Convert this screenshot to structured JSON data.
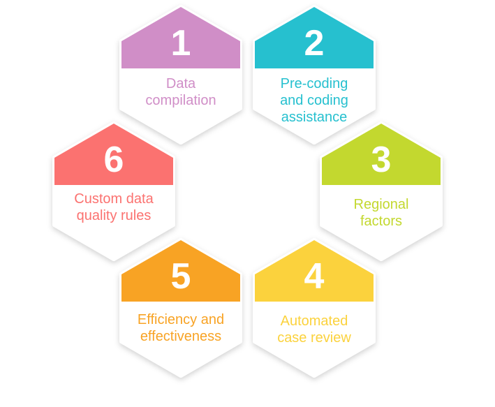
{
  "steps": [
    {
      "num": "1",
      "lines": [
        "Data",
        "compilation"
      ],
      "color": "#d08ec7"
    },
    {
      "num": "2",
      "lines": [
        "Pre-coding",
        "and coding",
        "assistance"
      ],
      "color": "#26c0cf"
    },
    {
      "num": "3",
      "lines": [
        "Regional",
        "factors"
      ],
      "color": "#c3d82f"
    },
    {
      "num": "4",
      "lines": [
        "Automated",
        "case review"
      ],
      "color": "#fbd23d"
    },
    {
      "num": "5",
      "lines": [
        "Efficiency and",
        "effectiveness"
      ],
      "color": "#f8a324"
    },
    {
      "num": "6",
      "lines": [
        "Custom data",
        "quality rules"
      ],
      "color": "#fb7270"
    }
  ]
}
